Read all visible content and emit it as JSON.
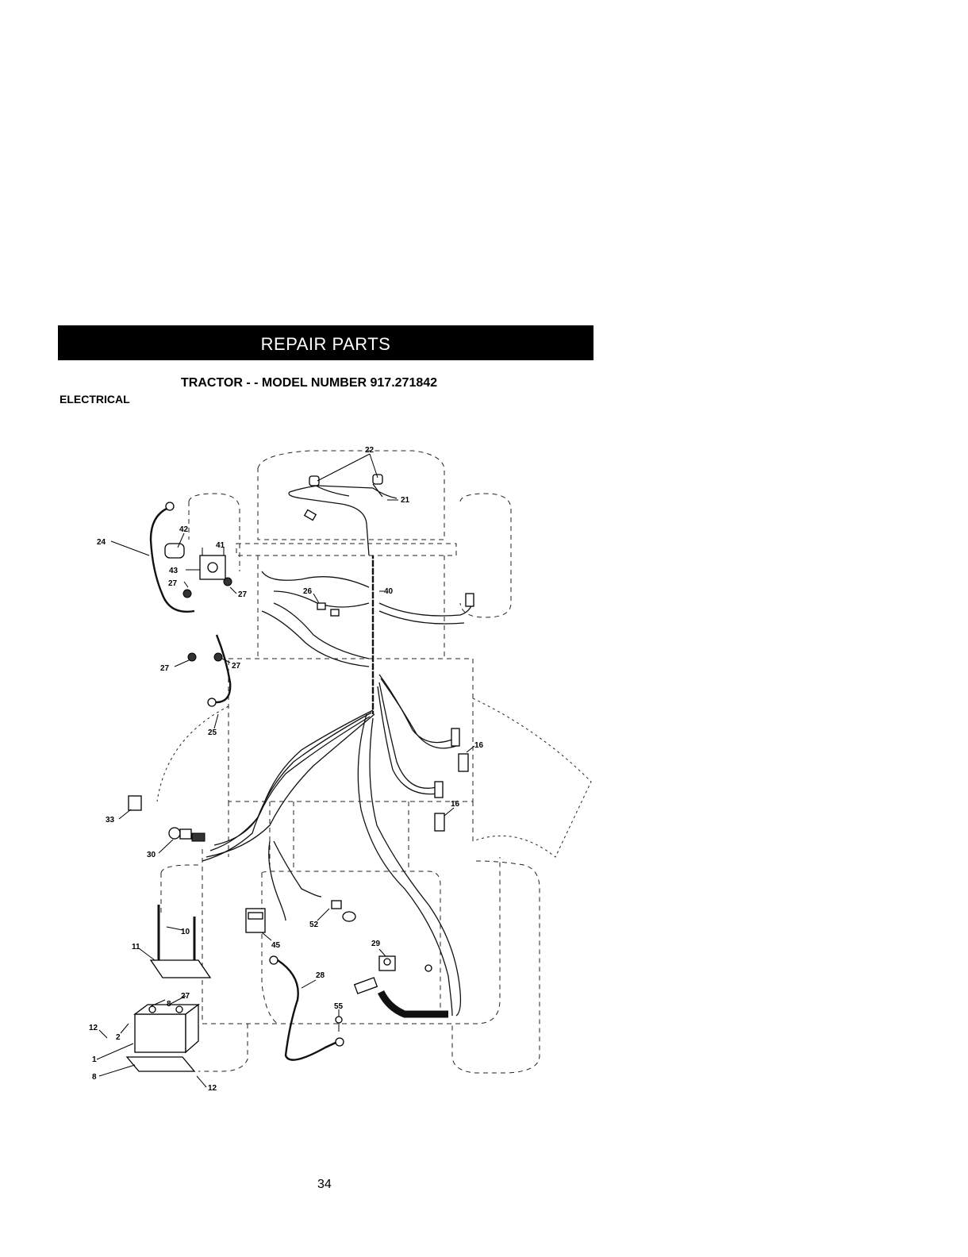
{
  "header": {
    "banner": "REPAIR PARTS"
  },
  "subtitle": "TRACTOR - - MODEL NUMBER 917.271842",
  "section": "ELECTRICAL",
  "page_number": "34",
  "diagram": {
    "callouts": {
      "c22": "22",
      "c21": "21",
      "c24": "24",
      "c42": "42",
      "c41": "41",
      "c43": "43",
      "c27a": "27",
      "c27b": "27",
      "c27c": "27",
      "c27d": "27",
      "c27e": "27",
      "c26": "26",
      "c40": "40",
      "c25": "25",
      "c16a": "16",
      "c16b": "16",
      "c33": "33",
      "c30": "30",
      "c10": "10",
      "c11": "11",
      "c8a": "8",
      "c8b": "8",
      "c12a": "12",
      "c12b": "12",
      "c2": "2",
      "c1": "1",
      "c45": "45",
      "c52": "52",
      "c29": "29",
      "c28": "28",
      "c55": "55"
    }
  }
}
